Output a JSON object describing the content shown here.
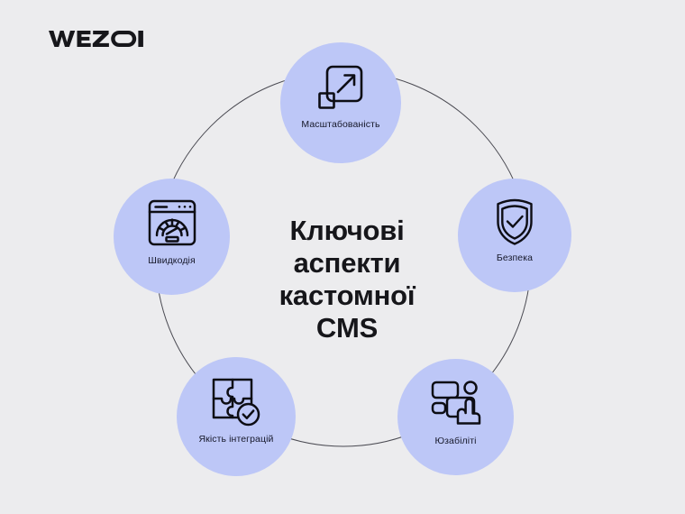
{
  "brand": {
    "logo_text": "WEZOM"
  },
  "center": {
    "lines": [
      "Ключові",
      "аспекти",
      "кастомної",
      "CMS"
    ],
    "full_text": "Ключові аспекти кастомної CMS"
  },
  "colors": {
    "background": "#ececee",
    "node_fill": "#bdc7f7",
    "ink": "#16161a",
    "ring_stroke": "#4a4a52"
  },
  "diagram": {
    "type": "circular-hub-and-spoke",
    "node_count": 5,
    "nodes": [
      {
        "id": "scalability",
        "label": "Масштабованість",
        "icon": "resize-arrow-icon",
        "position": "top"
      },
      {
        "id": "security",
        "label": "Безпека",
        "icon": "shield-check-icon",
        "position": "right"
      },
      {
        "id": "usability",
        "label": "Юзабіліті",
        "icon": "cursor-ui-blocks-icon",
        "position": "bottom-right"
      },
      {
        "id": "integrations",
        "label": "Якість інтеграцій",
        "icon": "puzzle-check-icon",
        "position": "bottom-left"
      },
      {
        "id": "speed",
        "label": "Швидкодія",
        "icon": "browser-speedometer-icon",
        "position": "left"
      }
    ]
  }
}
